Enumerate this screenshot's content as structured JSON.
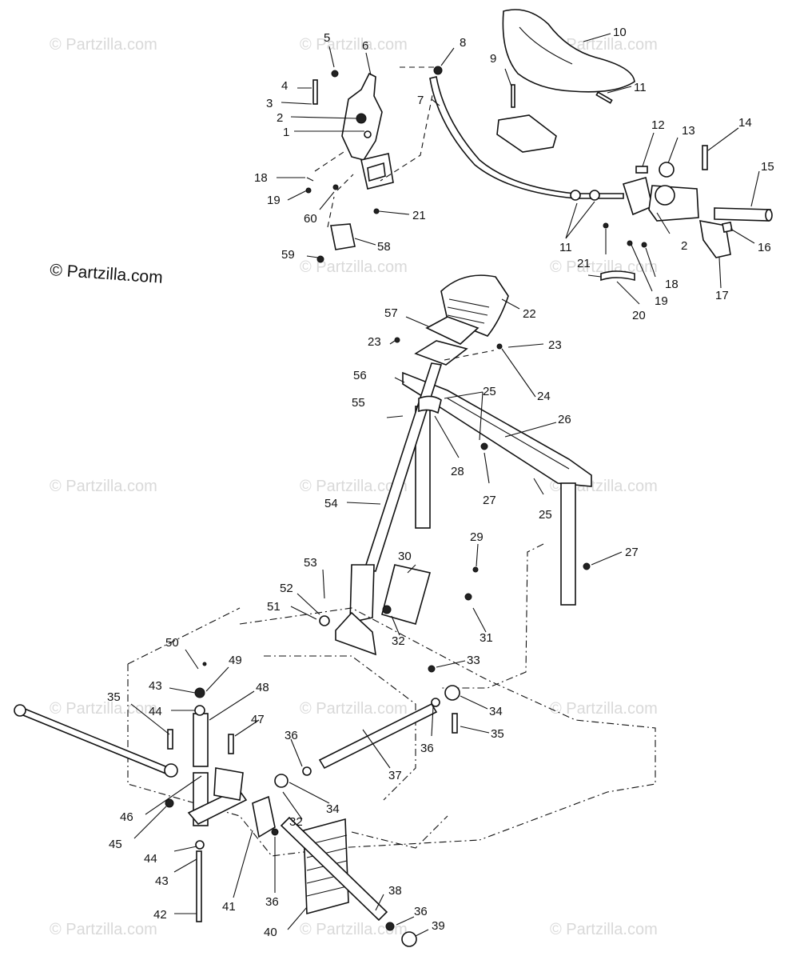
{
  "brand_text": "© Partzilla.com",
  "watermark_text": "© Partzilla.com",
  "callouts": [
    {
      "id": "c5",
      "text": "5"
    },
    {
      "id": "c6",
      "text": "6"
    },
    {
      "id": "c4",
      "text": "4"
    },
    {
      "id": "c3",
      "text": "3"
    },
    {
      "id": "c2a",
      "text": "2"
    },
    {
      "id": "c1",
      "text": "1"
    },
    {
      "id": "c18a",
      "text": "18"
    },
    {
      "id": "c19a",
      "text": "19"
    },
    {
      "id": "c60",
      "text": "60"
    },
    {
      "id": "c21a",
      "text": "21"
    },
    {
      "id": "c59",
      "text": "59"
    },
    {
      "id": "c58",
      "text": "58"
    },
    {
      "id": "c8",
      "text": "8"
    },
    {
      "id": "c7",
      "text": "7"
    },
    {
      "id": "c9",
      "text": "9"
    },
    {
      "id": "c10",
      "text": "10"
    },
    {
      "id": "c11a",
      "text": "11"
    },
    {
      "id": "c12",
      "text": "12"
    },
    {
      "id": "c13",
      "text": "13"
    },
    {
      "id": "c14",
      "text": "14"
    },
    {
      "id": "c15",
      "text": "15"
    },
    {
      "id": "c16",
      "text": "16"
    },
    {
      "id": "c11b",
      "text": "11"
    },
    {
      "id": "c21b",
      "text": "21"
    },
    {
      "id": "c2b",
      "text": "2"
    },
    {
      "id": "c18b",
      "text": "18"
    },
    {
      "id": "c19b",
      "text": "19"
    },
    {
      "id": "c20",
      "text": "20"
    },
    {
      "id": "c17",
      "text": "17"
    },
    {
      "id": "c22",
      "text": "22"
    },
    {
      "id": "c57",
      "text": "57"
    },
    {
      "id": "c23a",
      "text": "23"
    },
    {
      "id": "c23b",
      "text": "23"
    },
    {
      "id": "c24",
      "text": "24"
    },
    {
      "id": "c56",
      "text": "56"
    },
    {
      "id": "c25a",
      "text": "25"
    },
    {
      "id": "c26",
      "text": "26"
    },
    {
      "id": "c55",
      "text": "55"
    },
    {
      "id": "c28",
      "text": "28"
    },
    {
      "id": "c27a",
      "text": "27"
    },
    {
      "id": "c25b",
      "text": "25"
    },
    {
      "id": "c54",
      "text": "54"
    },
    {
      "id": "c29",
      "text": "29"
    },
    {
      "id": "c27b",
      "text": "27"
    },
    {
      "id": "c30",
      "text": "30"
    },
    {
      "id": "c53",
      "text": "53"
    },
    {
      "id": "c52",
      "text": "52"
    },
    {
      "id": "c51",
      "text": "51"
    },
    {
      "id": "c31",
      "text": "31"
    },
    {
      "id": "c32a",
      "text": "32"
    },
    {
      "id": "c50",
      "text": "50"
    },
    {
      "id": "c49",
      "text": "49"
    },
    {
      "id": "c33",
      "text": "33"
    },
    {
      "id": "c43a",
      "text": "43"
    },
    {
      "id": "c35a",
      "text": "35"
    },
    {
      "id": "c48",
      "text": "48"
    },
    {
      "id": "c34a",
      "text": "34"
    },
    {
      "id": "c44a",
      "text": "44"
    },
    {
      "id": "c47",
      "text": "47"
    },
    {
      "id": "c35b",
      "text": "35"
    },
    {
      "id": "c36a",
      "text": "36"
    },
    {
      "id": "c36b",
      "text": "36"
    },
    {
      "id": "c37",
      "text": "37"
    },
    {
      "id": "c46",
      "text": "46"
    },
    {
      "id": "c34b",
      "text": "34"
    },
    {
      "id": "c32b",
      "text": "32"
    },
    {
      "id": "c45",
      "text": "45"
    },
    {
      "id": "c44b",
      "text": "44"
    },
    {
      "id": "c43b",
      "text": "43"
    },
    {
      "id": "c41",
      "text": "41"
    },
    {
      "id": "c36c",
      "text": "36"
    },
    {
      "id": "c42",
      "text": "42"
    },
    {
      "id": "c38",
      "text": "38"
    },
    {
      "id": "c36d",
      "text": "36"
    },
    {
      "id": "c39",
      "text": "39"
    },
    {
      "id": "c40",
      "text": "40"
    }
  ]
}
